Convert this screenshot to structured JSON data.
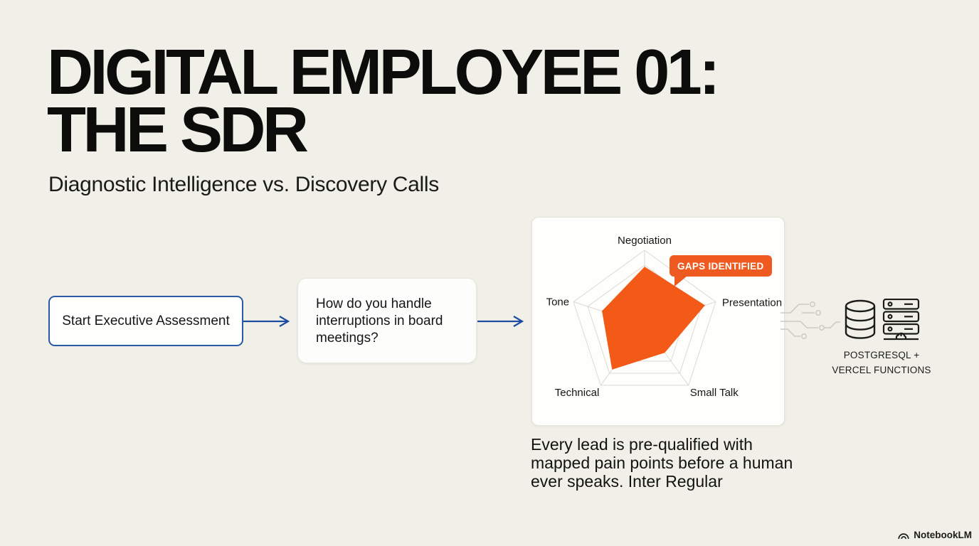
{
  "slide": {
    "title_line1": "DIGITAL EMPLOYEE 01:",
    "title_line2": "THE SDR",
    "subtitle": "Diagnostic Intelligence vs. Discovery Calls"
  },
  "flow": {
    "start_button_label": "Start Executive Assessment",
    "question_lines": [
      "How do you handle",
      "interruptions in board",
      "meetings?"
    ],
    "arrow_color": "#1D4D9E"
  },
  "chart_data": {
    "type": "radar",
    "title": "",
    "categories": [
      "Negotiation",
      "Presentation",
      "Small Talk",
      "Technical",
      "Tone"
    ],
    "values": [
      78,
      85,
      46,
      74,
      60
    ],
    "max": 100,
    "rings": [
      20,
      40,
      60,
      80,
      100
    ],
    "grid": true,
    "legend": false,
    "badge": "GAPS IDENTIFIED",
    "fill_color": "#F2530E",
    "badge_color": "#EE5A1F",
    "grid_color": "#DBDAD2"
  },
  "stack": {
    "label_line1": "POSTGRESQL +",
    "label_line2": "VERCEL FUNCTIONS",
    "icons": [
      "circuit-traces-icon",
      "database-cylinder-icon",
      "server-stack-icon"
    ]
  },
  "caption_lines": [
    "Every lead is pre-qualified with",
    "mapped pain points before a human",
    "ever speaks. Inter Regular"
  ],
  "footer": {
    "brand": "NotebookLM"
  },
  "colors": {
    "background": "#F1F0E8",
    "accent_blue": "#2A59A6",
    "accent_orange": "#F2530E",
    "text": "#141413"
  }
}
